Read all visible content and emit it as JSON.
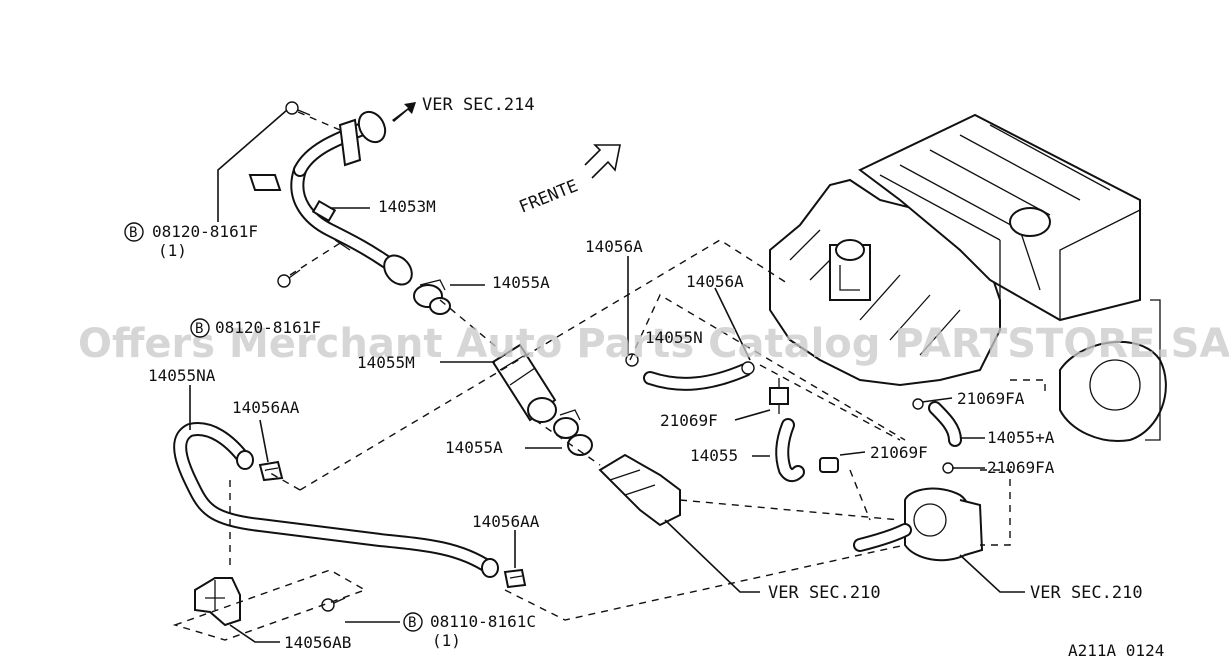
{
  "refs": {
    "ver_sec_214": "VER SEC.214",
    "frente": "FRENTE",
    "ver_sec_210_a": "VER SEC.210",
    "ver_sec_210_b": "VER SEC.210"
  },
  "bolts": {
    "bolt_top_code": "08120-8161F",
    "bolt_top_qty": "(1)",
    "bolt_mid_code": "08120-8161F",
    "bolt_bottom_code": "08110-8161C",
    "bolt_bottom_qty": "(1)",
    "bolt_symbol": "B"
  },
  "parts": {
    "p14053M": "14053M",
    "p14055A_top": "14055A",
    "p14055M": "14055M",
    "p14055A_mid": "14055A",
    "p14055NA": "14055NA",
    "p14056AA_top": "14056AA",
    "p14056AA_bottom": "14056AA",
    "p14056AB": "14056AB",
    "p14056A_left": "14056A",
    "p14056A_right": "14056A",
    "p14055N": "14055N",
    "p21069F_left": "21069F",
    "p14055": "14055",
    "p21069F_mid": "21069F",
    "p21069FA_top": "21069FA",
    "p14055_A": "14055+A",
    "p21069FA_bottom": "21069FA"
  },
  "footer_code": "A211A 0124",
  "watermark": "Offers Merchant Auto Parts Catalog PARTSTORE.SA"
}
